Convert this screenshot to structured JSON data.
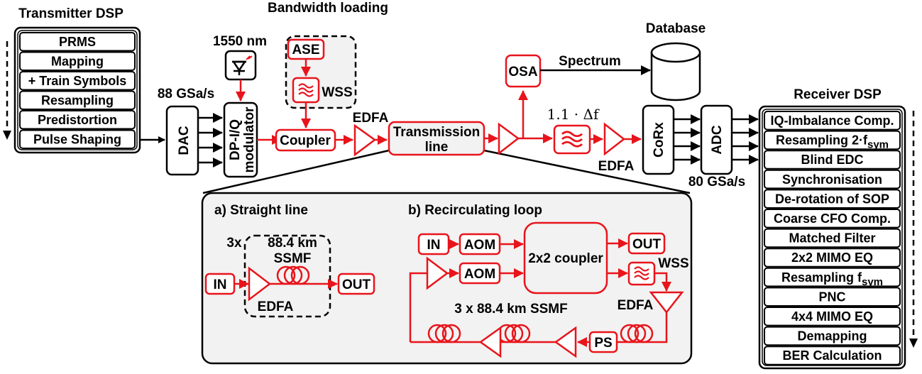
{
  "transmitter": {
    "title": "Transmitter DSP",
    "steps": [
      "PRMS",
      "Mapping",
      "+ Train Symbols",
      "Resampling",
      "Predistortion",
      "Pulse Shaping"
    ]
  },
  "dac": {
    "label": "DAC",
    "rate": "88 GSa/s"
  },
  "laser": {
    "wavelength": "1550 nm"
  },
  "modulator": {
    "line1": "DP-I/Q",
    "line2": "modulator"
  },
  "bandwidth_loading": {
    "title": "Bandwidth loading",
    "ase": "ASE",
    "wss": "WSS"
  },
  "coupler": {
    "label": "Coupler"
  },
  "edfa_label": "EDFA",
  "transmission_line": {
    "line1": "Transmission",
    "line2": "line"
  },
  "osa": {
    "label": "OSA",
    "spectrum": "Spectrum"
  },
  "database": {
    "label": "Database"
  },
  "filter": {
    "label": "1.1 · Δf"
  },
  "corx": {
    "label": "CoRx"
  },
  "adc": {
    "label": "ADC",
    "rate": "80 GSa/s"
  },
  "receiver": {
    "title": "Receiver DSP",
    "steps": [
      {
        "text": "IQ-Imbalance Comp.",
        "sub": ""
      },
      {
        "text": "Resampling 2·f",
        "sub": "sym"
      },
      {
        "text": "Blind EDC",
        "sub": ""
      },
      {
        "text": "Synchronisation",
        "sub": ""
      },
      {
        "text": "De-rotation of SOP",
        "sub": ""
      },
      {
        "text": "Coarse CFO Comp.",
        "sub": ""
      },
      {
        "text": "Matched Filter",
        "sub": ""
      },
      {
        "text": "2x2 MIMO EQ",
        "sub": ""
      },
      {
        "text": "Resampling f",
        "sub": "sym"
      },
      {
        "text": "PNC",
        "sub": ""
      },
      {
        "text": "4x4 MIMO EQ",
        "sub": ""
      },
      {
        "text": "Demapping",
        "sub": ""
      },
      {
        "text": "BER Calculation",
        "sub": ""
      }
    ]
  },
  "inset": {
    "straight": {
      "title": "a) Straight line",
      "repeat": "3x",
      "span": "88.4 km",
      "fiber": "SSMF",
      "in": "IN",
      "out": "OUT",
      "edfa": "EDFA"
    },
    "loop": {
      "title": "b) Recirculating loop",
      "in": "IN",
      "aom": "AOM",
      "coupler": "2x2 coupler",
      "out": "OUT",
      "wss": "WSS",
      "edfa": "EDFA",
      "ps": "PS",
      "fiber": "3 x 88.4 km SSMF"
    }
  },
  "colors": {
    "optical": "#e8141b",
    "electrical": "#000000",
    "inset_bg": "#f2f2f2"
  }
}
